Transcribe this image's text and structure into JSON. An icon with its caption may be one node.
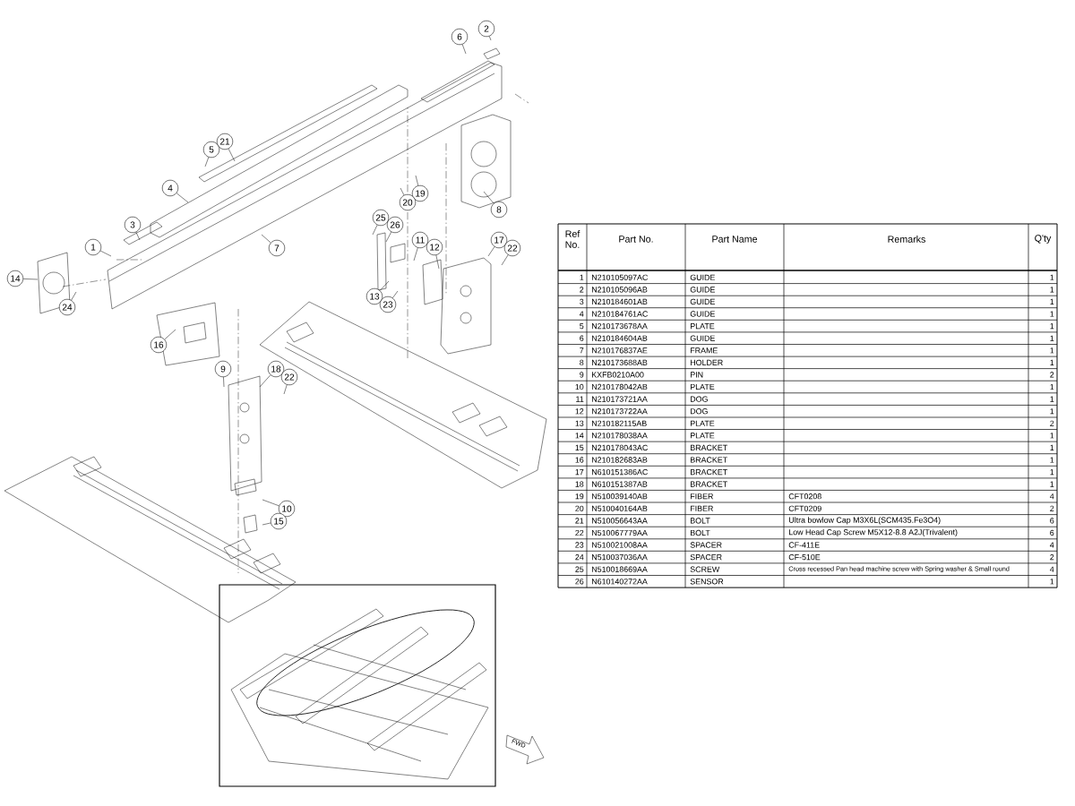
{
  "diagram": {
    "nodes": [
      {
        "text": [
          "1"
        ]
      },
      {
        "text": [
          "2"
        ]
      },
      {
        "text": [
          "3"
        ]
      },
      {
        "text": [
          "4"
        ]
      },
      {
        "text": [
          "5"
        ]
      },
      {
        "text": [
          "6"
        ]
      },
      {
        "text": [
          "7"
        ]
      },
      {
        "text": [
          "8"
        ]
      },
      {
        "text": [
          "9"
        ]
      },
      {
        "text": [
          "10"
        ]
      },
      {
        "text": [
          "11"
        ]
      },
      {
        "text": [
          "12"
        ]
      },
      {
        "text": [
          "13"
        ]
      },
      {
        "text": [
          "14"
        ]
      },
      {
        "text": [
          "15"
        ]
      },
      {
        "text": [
          "16"
        ]
      },
      {
        "text": [
          "17"
        ]
      },
      {
        "text": [
          "18"
        ]
      },
      {
        "text": [
          "19"
        ]
      },
      {
        "text": [
          "20"
        ]
      },
      {
        "text": [
          "21"
        ]
      },
      {
        "text": [
          "22"
        ]
      },
      {
        "text": [
          "22"
        ]
      },
      {
        "text": [
          "23"
        ]
      },
      {
        "text": [
          "24"
        ]
      },
      {
        "text": [
          "25"
        ]
      },
      {
        "text": [
          "26"
        ]
      }
    ],
    "edges": [
      {
        "from": 0,
        "to": null,
        "arrow": "none"
      },
      {
        "from": 1,
        "to": null,
        "arrow": "none"
      },
      {
        "from": 2,
        "to": null,
        "arrow": "none"
      },
      {
        "from": 3,
        "to": null,
        "arrow": "none"
      },
      {
        "from": 4,
        "to": null,
        "arrow": "none"
      },
      {
        "from": 5,
        "to": null,
        "arrow": "none"
      },
      {
        "from": 6,
        "to": null,
        "arrow": "none"
      },
      {
        "from": 7,
        "to": null,
        "arrow": "none"
      },
      {
        "from": 8,
        "to": null,
        "arrow": "none"
      },
      {
        "from": 9,
        "to": null,
        "arrow": "none"
      },
      {
        "from": 10,
        "to": null,
        "arrow": "none"
      },
      {
        "from": 11,
        "to": null,
        "arrow": "none"
      },
      {
        "from": 12,
        "to": null,
        "arrow": "none"
      },
      {
        "from": 13,
        "to": null,
        "arrow": "none"
      },
      {
        "from": 14,
        "to": null,
        "arrow": "none"
      },
      {
        "from": 15,
        "to": null,
        "arrow": "none"
      },
      {
        "from": 16,
        "to": null,
        "arrow": "none"
      },
      {
        "from": 17,
        "to": null,
        "arrow": "none"
      },
      {
        "from": 18,
        "to": null,
        "arrow": "none"
      },
      {
        "from": 19,
        "to": null,
        "arrow": "none"
      },
      {
        "from": 20,
        "to": null,
        "arrow": "none"
      },
      {
        "from": 21,
        "to": null,
        "arrow": "none"
      },
      {
        "from": 22,
        "to": null,
        "arrow": "none"
      },
      {
        "from": 23,
        "to": null,
        "arrow": "none"
      },
      {
        "from": 24,
        "to": null,
        "arrow": "none"
      },
      {
        "from": 25,
        "to": null,
        "arrow": "none"
      },
      {
        "from": 26,
        "to": null,
        "arrow": "none"
      }
    ],
    "labels": [
      "Ref No.",
      "Part No.",
      "Part Name",
      "Remarks",
      "Q'ty",
      "1",
      "N210105097AC",
      "GUIDE",
      "1",
      "2",
      "N210105096AB",
      "GUIDE",
      "1",
      "3",
      "N210184601AB",
      "GUIDE",
      "1",
      "4",
      "N210184761AC",
      "GUIDE",
      "1",
      "5",
      "N210173678AA",
      "PLATE",
      "1",
      "6",
      "N210184604AB",
      "GUIDE",
      "1",
      "7",
      "N210176837AE",
      "FRAME",
      "1",
      "8",
      "N210173688AB",
      "HOLDER",
      "1",
      "9",
      "KXFB0210A00",
      "PIN",
      "2",
      "10",
      "N210178042AB",
      "PLATE",
      "1",
      "11",
      "N210173721AA",
      "DOG",
      "1",
      "12",
      "N210173722AA",
      "DOG",
      "1",
      "13",
      "N210182115AB",
      "PLATE",
      "2",
      "14",
      "N210178038AA",
      "PLATE",
      "1",
      "15",
      "N210178043AC",
      "BRACKET",
      "1",
      "16",
      "N210182683AB",
      "BRACKET",
      "1",
      "17",
      "N610151386AC",
      "BRACKET",
      "1",
      "18",
      "N610151387AB",
      "BRACKET",
      "1",
      "19",
      "N510039140AB",
      "FIBER",
      "CFT0208",
      "4",
      "20",
      "N510040164AB",
      "FIBER",
      "CFT0209",
      "2",
      "21",
      "N510056643AA",
      "BOLT",
      "Ultra bowlow Cap M3X6L(SCM435.Fe3O4)",
      "6",
      "22",
      "N510067779AA",
      "BOLT",
      "Low Head Cap Screw M5X12-8.8 A2J(Trivalent)",
      "6",
      "23",
      "N510021008AA",
      "SPACER",
      "CF-411E",
      "4",
      "24",
      "N510037036AA",
      "SPACER",
      "CF-510E",
      "2",
      "25",
      "N510018669AA",
      "SCREW",
      "Cross recessed Pan head machine screw with Spring washer & Small round",
      "4",
      "26",
      "N610140272AA",
      "SENSOR",
      "1",
      "FWD"
    ]
  }
}
